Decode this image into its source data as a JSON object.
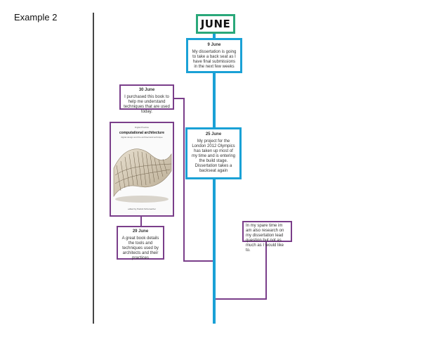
{
  "slide_label": "Example 2",
  "month": "JUNE",
  "entries": [
    {
      "date": "9 June",
      "text": "My dissertation is going to take a back seat as I have final submissions in the next few weeks"
    },
    {
      "date": "30 June",
      "text": "I purchased this book to help me understand techniques that are used today."
    },
    {
      "date": "25 June",
      "text": "My project for the London 2012 Olympics has taken up most of my time and is entering the build stage. Dissertation takes a backseat again"
    },
    {
      "date": "29 June",
      "text": "A great book details the tools and techniques used by architects and their practices"
    },
    {
      "date": "",
      "text": "In my spare time im am also research on my dissertation lead question but not as much as I would like to."
    }
  ],
  "book": {
    "series": "Digital Practice",
    "title": "computational architecture",
    "subtitle": "digital design and the architectural technique",
    "editors": "edited by Patrick Schumacher"
  },
  "colors": {
    "timeline": "#1aa1d6",
    "month_border": "#2aa87a",
    "connector": "#7a3e8a"
  }
}
